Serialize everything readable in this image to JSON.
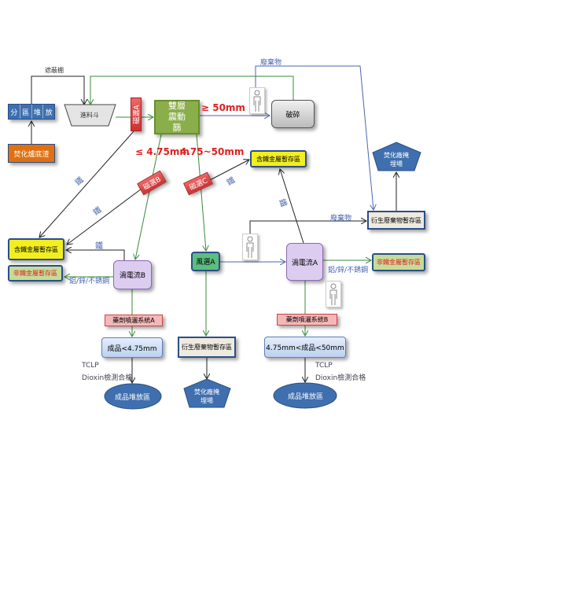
{
  "nodes": {
    "pile": [
      "分",
      "區",
      "堆",
      "放"
    ],
    "ash": "焚化爐底渣",
    "hopper": "進料斗",
    "shelter": "遮蔽棚",
    "magA": "磁選A",
    "screen": "雙層震動篩",
    "crusher": "破碎",
    "magB": "磁選B",
    "magC": "磁選C",
    "ferrous_top": "含鐵金屬暫存區",
    "ferrous_left": "含鐵金屬暫存區",
    "nonferrous_left": "非鐵金屬暫存區",
    "nonferrous_right": "非鐵金屬暫存區",
    "incin_top": "焚化廠掩埋場",
    "incin_mid": "焚化廠掩埋場",
    "derived_right": "衍生廢棄物暫存區",
    "derived_mid": "衍生廢棄物暫存區",
    "eddyB": "渦電流B",
    "eddyA": "渦電流A",
    "windA": "風選A",
    "sprayA": "藥劑噴灑系統A",
    "sprayB": "藥劑噴灑系統B",
    "productSmall": "成品<4.75mm",
    "productMid": "4.75mm<成品<50mm",
    "storeLeft": "成品堆放區",
    "storeRight": "成品堆放區"
  },
  "labels": {
    "ge50": "≥ 50mm",
    "le475": "≤ 4.75mm",
    "range": "4.75~50mm",
    "waste_top": "廢棄物",
    "waste_mid": "廢棄物",
    "iron1": "鐵",
    "iron2": "鐵",
    "iron3": "鐵",
    "iron4": "鐵",
    "iron5": "鐵",
    "metals_left": "鋁/鋅/不銹鋼",
    "metals_right": "鋁/鋅/不銹鋼",
    "tclp_left": "TCLP",
    "dioxin_left": "Dioxin檢測合格",
    "tclp_right": "TCLP",
    "dioxin_right": "Dioxin檢測合格"
  }
}
